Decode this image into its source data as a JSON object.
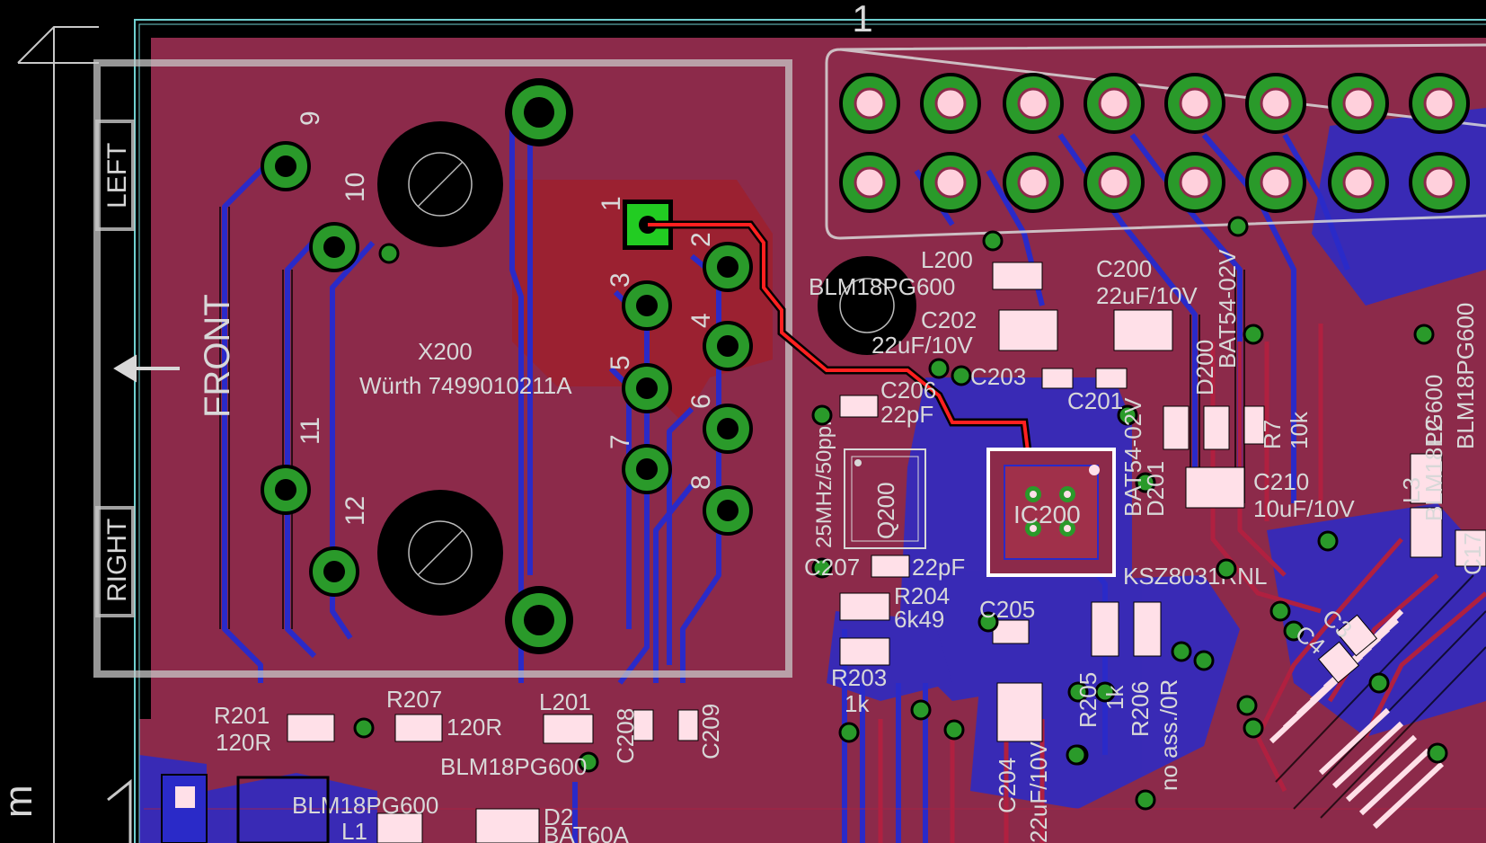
{
  "board": {
    "colors": {
      "background": "#000000",
      "copper_top": "#8c2a4a",
      "copper_bottom": "#2a2ac8",
      "via_ring": "#2a9a2a",
      "silkscreen": "#d8d8d8",
      "selected_trace": "#ff2020",
      "board_outline": "#6fd0d0",
      "pad": "#ffe0e8"
    },
    "labels": {
      "page_number": "1",
      "front": "FRONT",
      "left": "LEFT",
      "right": "RIGHT",
      "units_glyph": "m"
    },
    "connector": {
      "name": "X200",
      "value": "Würth 7499010211A",
      "pins": [
        "1",
        "2",
        "3",
        "4",
        "5",
        "6",
        "7",
        "8",
        "9",
        "10",
        "11",
        "12"
      ]
    },
    "ic": {
      "name": "IC200",
      "value": "KSZ8031RNL"
    },
    "crystal": {
      "name": "Q200",
      "value": "25MHz/50ppm"
    },
    "parts": [
      {
        "name": "L200",
        "value": "BLM18PG600"
      },
      {
        "name": "C200",
        "value": "22uF/10V"
      },
      {
        "name": "C202",
        "value": "22uF/10V"
      },
      {
        "name": "C203",
        "value": ""
      },
      {
        "name": "C201",
        "value": ""
      },
      {
        "name": "C206",
        "value": "22pF"
      },
      {
        "name": "C207",
        "value": "22pF"
      },
      {
        "name": "R204",
        "value": "6k49"
      },
      {
        "name": "R203",
        "value": "1k"
      },
      {
        "name": "C205",
        "value": ""
      },
      {
        "name": "C204",
        "value": "22uF/10V"
      },
      {
        "name": "R205",
        "value": "1k"
      },
      {
        "name": "R206",
        "value": "no ass./0R"
      },
      {
        "name": "D200",
        "value": "BAT54-02V"
      },
      {
        "name": "D201",
        "value": "BAT54-02V"
      },
      {
        "name": "R7",
        "value": "10k"
      },
      {
        "name": "C210",
        "value": "10uF/10V"
      },
      {
        "name": "L2",
        "value": "BLM18PG600"
      },
      {
        "name": "L3",
        "value": "BLM18PG600"
      },
      {
        "name": "R201",
        "value": "120R"
      },
      {
        "name": "R207",
        "value": "120R"
      },
      {
        "name": "L201",
        "value": "BLM18PG600"
      },
      {
        "name": "C208",
        "value": ""
      },
      {
        "name": "C209",
        "value": ""
      },
      {
        "name": "L1",
        "value": "BLM18PG600"
      },
      {
        "name": "D2",
        "value": "BAT60A"
      },
      {
        "name": "C3",
        "value": ""
      },
      {
        "name": "C4",
        "value": ""
      },
      {
        "name": "C17",
        "value": ""
      }
    ]
  }
}
